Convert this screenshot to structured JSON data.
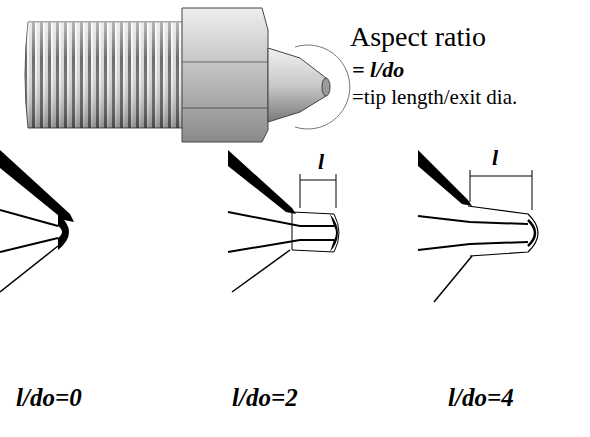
{
  "diagram": {
    "labels": [
      "Aspect ratio",
      "= l/do",
      "=tip length/exit dia.",
      "l",
      "l",
      "l/do=0",
      "l/do=2",
      "l/do=4"
    ]
  }
}
